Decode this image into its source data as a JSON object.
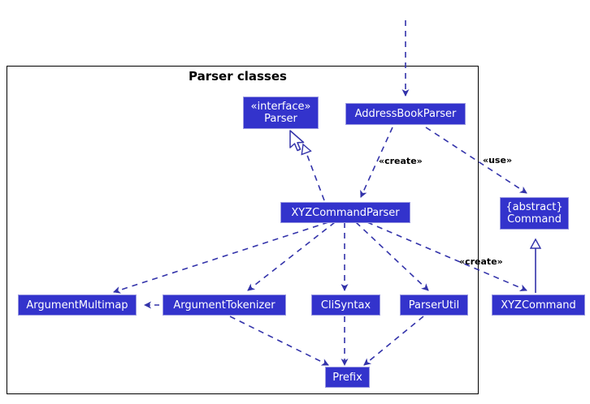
{
  "diagram": {
    "type": "uml-class-diagram",
    "package_title": "Parser classes",
    "background": "#ffffff",
    "node_fill": "#3333cc",
    "node_border": "#9a99e0",
    "node_text": "#ffffff",
    "edge_color": "#3333aa",
    "frame_color": "#000000"
  },
  "nodes": {
    "parser": {
      "stereotype": "«interface»",
      "name": "Parser"
    },
    "address_book_parser": {
      "name": "AddressBookParser"
    },
    "command": {
      "stereotype": "{abstract}",
      "name": "Command"
    },
    "xyz_command_parser": {
      "name": "XYZCommandParser"
    },
    "argument_multimap": {
      "name": "ArgumentMultimap"
    },
    "argument_tokenizer": {
      "name": "ArgumentTokenizer"
    },
    "cli_syntax": {
      "name": "CliSyntax"
    },
    "parser_util": {
      "name": "ParserUtil"
    },
    "xyz_command": {
      "name": "XYZCommand"
    },
    "prefix": {
      "name": "Prefix"
    }
  },
  "edge_labels": {
    "create_parser": "«create»",
    "use_command": "«use»",
    "create_command": "«create»"
  },
  "relations": [
    {
      "from": "external",
      "to": "address_book_parser",
      "style": "dashed-arrow",
      "label": ""
    },
    {
      "from": "address_book_parser",
      "to": "xyz_command_parser",
      "style": "dashed-arrow",
      "label": "«create»"
    },
    {
      "from": "address_book_parser",
      "to": "command",
      "style": "dashed-arrow",
      "label": "«use»"
    },
    {
      "from": "xyz_command_parser",
      "to": "parser",
      "style": "dashed-realization",
      "label": ""
    },
    {
      "from": "xyz_command_parser",
      "to": "argument_multimap",
      "style": "dashed-arrow",
      "label": ""
    },
    {
      "from": "xyz_command_parser",
      "to": "argument_tokenizer",
      "style": "dashed-arrow",
      "label": ""
    },
    {
      "from": "xyz_command_parser",
      "to": "cli_syntax",
      "style": "dashed-arrow",
      "label": ""
    },
    {
      "from": "xyz_command_parser",
      "to": "parser_util",
      "style": "dashed-arrow",
      "label": ""
    },
    {
      "from": "xyz_command_parser",
      "to": "xyz_command",
      "style": "dashed-arrow",
      "label": "«create»"
    },
    {
      "from": "argument_tokenizer",
      "to": "argument_multimap",
      "style": "dashed-arrow",
      "label": ""
    },
    {
      "from": "argument_tokenizer",
      "to": "prefix",
      "style": "dashed-arrow",
      "label": ""
    },
    {
      "from": "cli_syntax",
      "to": "prefix",
      "style": "dashed-arrow",
      "label": ""
    },
    {
      "from": "parser_util",
      "to": "prefix",
      "style": "dashed-arrow",
      "label": ""
    },
    {
      "from": "xyz_command",
      "to": "command",
      "style": "solid-generalization",
      "label": ""
    }
  ]
}
